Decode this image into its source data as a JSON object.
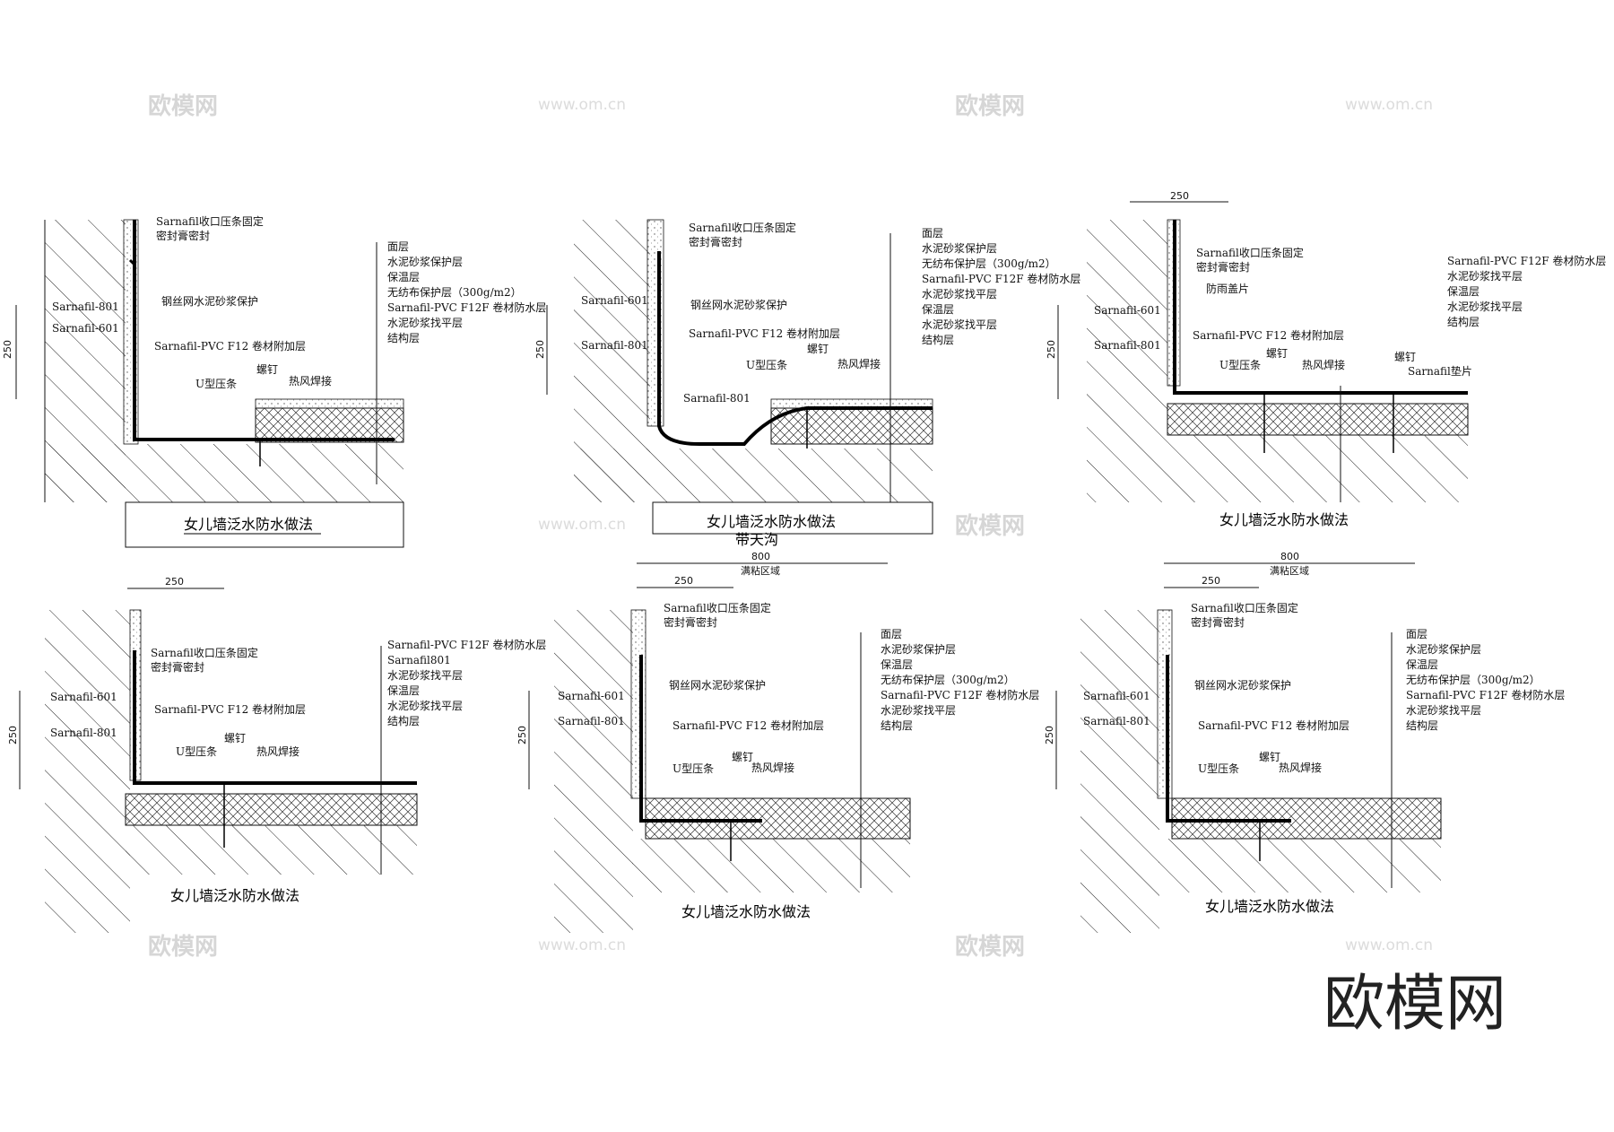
{
  "brand": "欧模网",
  "watermark": {
    "logo": "欧模网",
    "url": "www.om.cn"
  },
  "colors": {
    "line": "#111111",
    "insulation": "#222222",
    "membrane": "#000000"
  },
  "details": [
    {
      "title": "女儿墙泛水防水做法",
      "dims": [
        "250"
      ],
      "layers": [
        "面层",
        "水泥砂浆保护层",
        "保温层",
        "无纺布保护层（300g/m2）",
        "Sarnafil-PVC F12F 卷材防水层",
        "水泥砂浆找平层",
        "结构层"
      ],
      "callouts": [
        "Sarnafil收口压条固定",
        "密封膏密封",
        "钢丝网水泥砂浆保护",
        "Sarnafil-801",
        "Sarnafil-601",
        "Sarnafil-PVC F12 卷材附加层",
        "U型压条",
        "螺钉",
        "热风焊接"
      ]
    },
    {
      "title": "女儿墙泛水防水做法",
      "subtitle": "带天沟",
      "dims": [
        "250"
      ],
      "layers": [
        "面层",
        "水泥砂浆保护层",
        "无纺布保护层（300g/m2）",
        "Sarnafil-PVC F12F 卷材防水层",
        "水泥砂浆找平层",
        "保温层",
        "水泥砂浆找平层",
        "结构层"
      ],
      "callouts": [
        "Sarnafil收口压条固定",
        "密封膏密封",
        "Sarnafil-601",
        "钢丝网水泥砂浆保护",
        "Sarnafil-PVC F12 卷材附加层",
        "Sarnafil-801",
        "U型压条",
        "螺钉",
        "热风焊接"
      ]
    },
    {
      "title": "女儿墙泛水防水做法",
      "dims": [
        "250",
        "250"
      ],
      "layers": [
        "Sarnafil-PVC F12F 卷材防水层",
        "水泥砂浆找平层",
        "保温层",
        "水泥砂浆找平层",
        "结构层"
      ],
      "callouts": [
        "Sarnafil收口压条固定",
        "密封膏密封",
        "防雨盖片",
        "Sarnafil-601",
        "Sarnafil-801",
        "Sarnafil-PVC F12 卷材附加层",
        "U型压条",
        "螺钉",
        "热风焊接",
        "螺钉",
        "Sarnafil垫片"
      ]
    },
    {
      "title": "女儿墙泛水防水做法",
      "dims": [
        "250",
        "250"
      ],
      "layers": [
        "Sarnafil-PVC F12F 卷材防水层",
        "Sarnafil801",
        "水泥砂浆找平层",
        "保温层",
        "水泥砂浆找平层",
        "结构层"
      ],
      "callouts": [
        "Sarnafil收口压条固定",
        "密封膏密封",
        "Sarnafil-601",
        "Sarnafil-801",
        "Sarnafil-PVC F12 卷材附加层",
        "U型压条",
        "螺钉",
        "热风焊接"
      ]
    },
    {
      "title": "女儿墙泛水防水做法",
      "dims": [
        "800",
        "满粘区域",
        "250",
        "250"
      ],
      "layers": [
        "面层",
        "水泥砂浆保护层",
        "保温层",
        "无纺布保护层（300g/m2）",
        "Sarnafil-PVC F12F 卷材防水层",
        "水泥砂浆找平层",
        "结构层"
      ],
      "callouts": [
        "Sarnafil收口压条固定",
        "密封膏密封",
        "钢丝网水泥砂浆保护",
        "Sarnafil-601",
        "Sarnafil-801",
        "Sarnafil-PVC F12 卷材附加层",
        "U型压条",
        "螺钉",
        "热风焊接"
      ]
    },
    {
      "title": "女儿墙泛水防水做法",
      "dims": [
        "800",
        "满粘区域",
        "250",
        "250"
      ],
      "layers": [
        "面层",
        "水泥砂浆保护层",
        "保温层",
        "无纺布保护层（300g/m2）",
        "Sarnafil-PVC F12F 卷材防水层",
        "水泥砂浆找平层",
        "结构层"
      ],
      "callouts": [
        "Sarnafil收口压条固定",
        "密封膏密封",
        "钢丝网水泥砂浆保护",
        "Sarnafil-601",
        "Sarnafil-801",
        "Sarnafil-PVC F12 卷材附加层",
        "U型压条",
        "螺钉",
        "热风焊接"
      ]
    }
  ]
}
